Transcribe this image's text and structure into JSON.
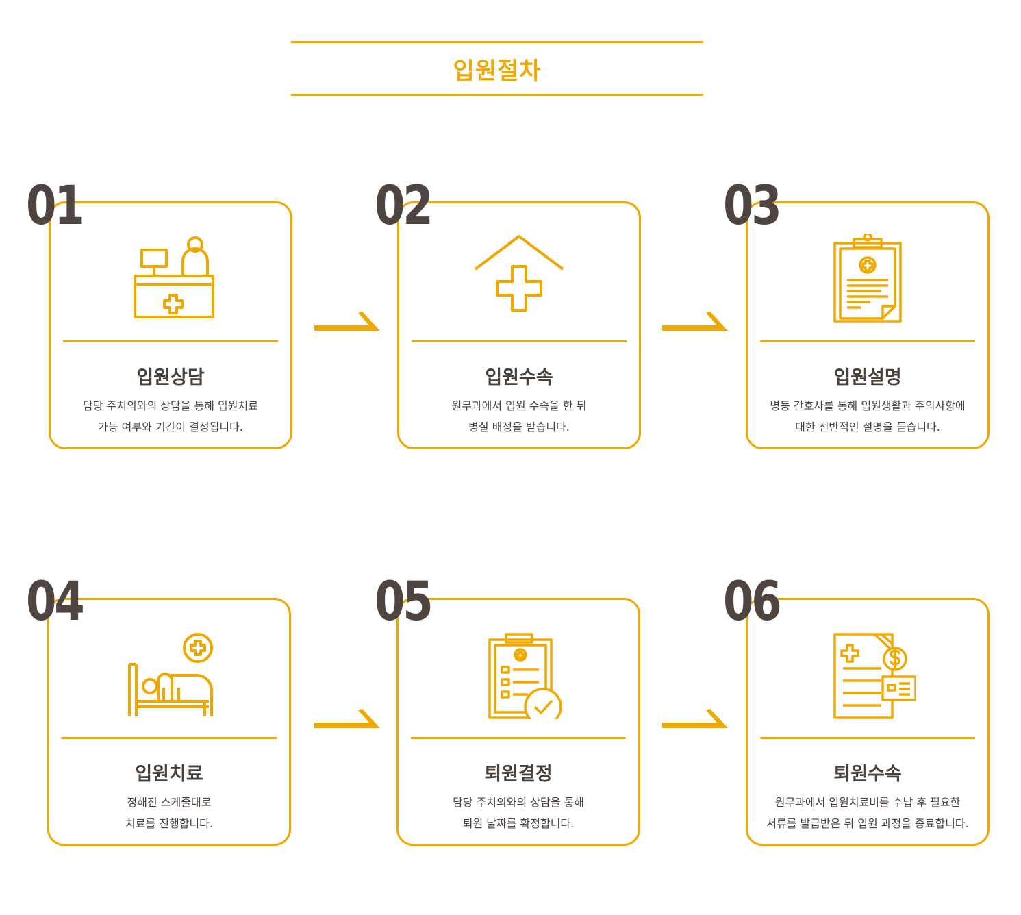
{
  "header": {
    "title": "입원절차"
  },
  "colors": {
    "accent": "#f0a800",
    "text": "#4a403a",
    "number": "#4e4540"
  },
  "steps": [
    {
      "number": "01",
      "icon": "reception-desk-icon",
      "title": "입원상담",
      "desc_line1": "담당 주치의와의 상담을 통해 입원치료",
      "desc_line2": "가능 여부와 기간이 결정됩니다."
    },
    {
      "number": "02",
      "icon": "hospital-house-icon",
      "title": "입원수속",
      "desc_line1": "원무과에서 입원 수속을 한 뒤",
      "desc_line2": "병실 배정을 받습니다."
    },
    {
      "number": "03",
      "icon": "medical-clipboard-icon",
      "title": "입원설명",
      "desc_line1": "병동 간호사를 통해 입원생활과 주의사항에",
      "desc_line2": "대한 전반적인 설명을 듣습니다."
    },
    {
      "number": "04",
      "icon": "hospital-bed-icon",
      "title": "입원치료",
      "desc_line1": "정해진 스케줄대로",
      "desc_line2": "치료를 진행합니다."
    },
    {
      "number": "05",
      "icon": "checklist-clipboard-icon",
      "title": "퇴원결정",
      "desc_line1": "담당 주치의와의 상담을 통해",
      "desc_line2": "퇴원 날짜를 확정합니다."
    },
    {
      "number": "06",
      "icon": "medical-bill-icon",
      "title": "퇴원수속",
      "desc_line1": "원무과에서 입원치료비를 수납 후 필요한",
      "desc_line2": "서류를 발급받은 뒤 입원 과정을 종료합니다."
    }
  ]
}
